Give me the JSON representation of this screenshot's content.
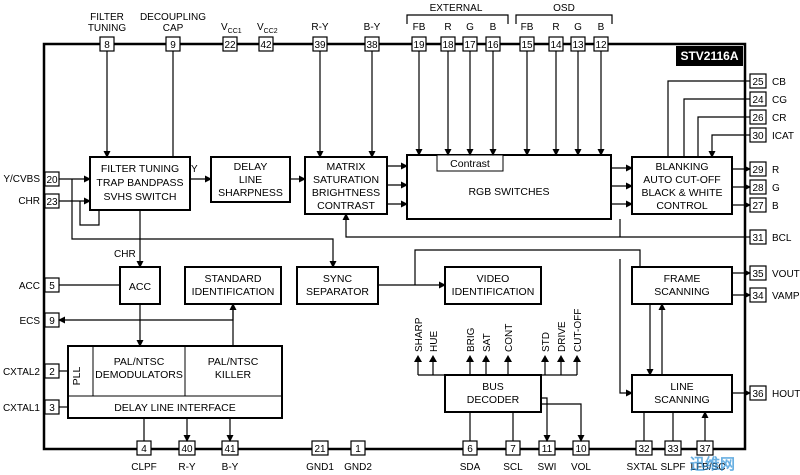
{
  "chip": {
    "name": "STV2116A"
  },
  "top_labels": {
    "filter_tuning": [
      "FILTER",
      "TUNING"
    ],
    "decoupling_cap": [
      "DECOUPLING",
      "CAP"
    ],
    "vcc1": "V",
    "vcc1_sub": "CC1",
    "vcc2": "V",
    "vcc2_sub": "CC2",
    "ry": "R-Y",
    "by": "B-Y",
    "external": "EXTERNAL",
    "osd": "OSD",
    "ext_pins": [
      "FB",
      "R",
      "G",
      "B"
    ],
    "osd_pins": [
      "FB",
      "R",
      "G",
      "B"
    ]
  },
  "top_pins": [
    "8",
    "9",
    "22",
    "42",
    "39",
    "38",
    "19",
    "18",
    "17",
    "16",
    "15",
    "14",
    "13",
    "12"
  ],
  "left_pins": {
    "ycvbs": {
      "label": "Y/CVBS",
      "num": "20"
    },
    "chr": {
      "label": "CHR",
      "num": "23"
    },
    "acc": {
      "label": "ACC",
      "num": "5"
    },
    "ecs": {
      "label": "ECS",
      "num": "9"
    },
    "cxtal2": {
      "label": "CXTAL2",
      "num": "2"
    },
    "cxtal1": {
      "label": "CXTAL1",
      "num": "3"
    }
  },
  "right_pins": {
    "cb": {
      "label": "CB",
      "num": "25"
    },
    "cg": {
      "label": "CG",
      "num": "24"
    },
    "cr": {
      "label": "CR",
      "num": "26"
    },
    "icat": {
      "label": "ICAT",
      "num": "30"
    },
    "r": {
      "label": "R",
      "num": "29"
    },
    "g": {
      "label": "G",
      "num": "28"
    },
    "b": {
      "label": "B",
      "num": "27"
    },
    "bcl": {
      "label": "BCL",
      "num": "31"
    },
    "vout": {
      "label": "VOUT",
      "num": "35"
    },
    "vamp": {
      "label": "VAMP",
      "num": "34"
    },
    "hout": {
      "label": "HOUT",
      "num": "36"
    }
  },
  "bottom_pins": {
    "clpf": {
      "label": "CLPF",
      "num": "4"
    },
    "ry": {
      "label": "R-Y",
      "num": "40"
    },
    "by": {
      "label": "B-Y",
      "num": "41"
    },
    "gnd1": {
      "label": "GND1",
      "num": "21"
    },
    "gnd2": {
      "label": "GND2",
      "num": "1"
    },
    "sda": {
      "label": "SDA",
      "num": "6"
    },
    "scl": {
      "label": "SCL",
      "num": "7"
    },
    "swi": {
      "label": "SWI",
      "num": "11"
    },
    "vol": {
      "label": "VOL",
      "num": "10"
    },
    "sxtal": {
      "label": "SXTAL",
      "num": "32"
    },
    "slpf": {
      "label": "SLPF",
      "num": "33"
    },
    "lfbsc": {
      "label": "LFB/SC",
      "num": "37"
    }
  },
  "blocks": {
    "filter": [
      "FILTER TUNING",
      "TRAP BANDPASS",
      "SVHS SWITCH"
    ],
    "delay_line": [
      "DELAY",
      "LINE",
      "SHARPNESS"
    ],
    "matrix": [
      "MATRIX",
      "SATURATION",
      "BRIGHTNESS",
      "CONTRAST"
    ],
    "rgb_switches": "RGB SWITCHES",
    "contrast": "Contrast",
    "blanking": [
      "BLANKING",
      "AUTO CUT-OFF",
      "BLACK & WHITE",
      "CONTROL"
    ],
    "acc": "ACC",
    "standard_id": [
      "STANDARD",
      "IDENTIFICATION"
    ],
    "sync_sep": [
      "SYNC",
      "SEPARATOR"
    ],
    "video_id": [
      "VIDEO",
      "IDENTIFICATION"
    ],
    "frame_scan": [
      "FRAME",
      "SCANNING"
    ],
    "pll": "PLL",
    "demod": [
      "PAL/NTSC",
      "DEMODULATORS"
    ],
    "killer": [
      "PAL/NTSC",
      "KILLER"
    ],
    "delay_iface": "DELAY LINE INTERFACE",
    "bus_decoder": [
      "BUS",
      "DECODER"
    ],
    "line_scan": [
      "LINE",
      "SCANNING"
    ]
  },
  "signals": {
    "y": "Y",
    "chr": "CHR",
    "bus_outputs": [
      "SHARP",
      "HUE",
      "BRIG",
      "SAT",
      "CONT",
      "STD",
      "DRIVE",
      "CUT-OFF"
    ]
  },
  "watermark": "迅维网"
}
